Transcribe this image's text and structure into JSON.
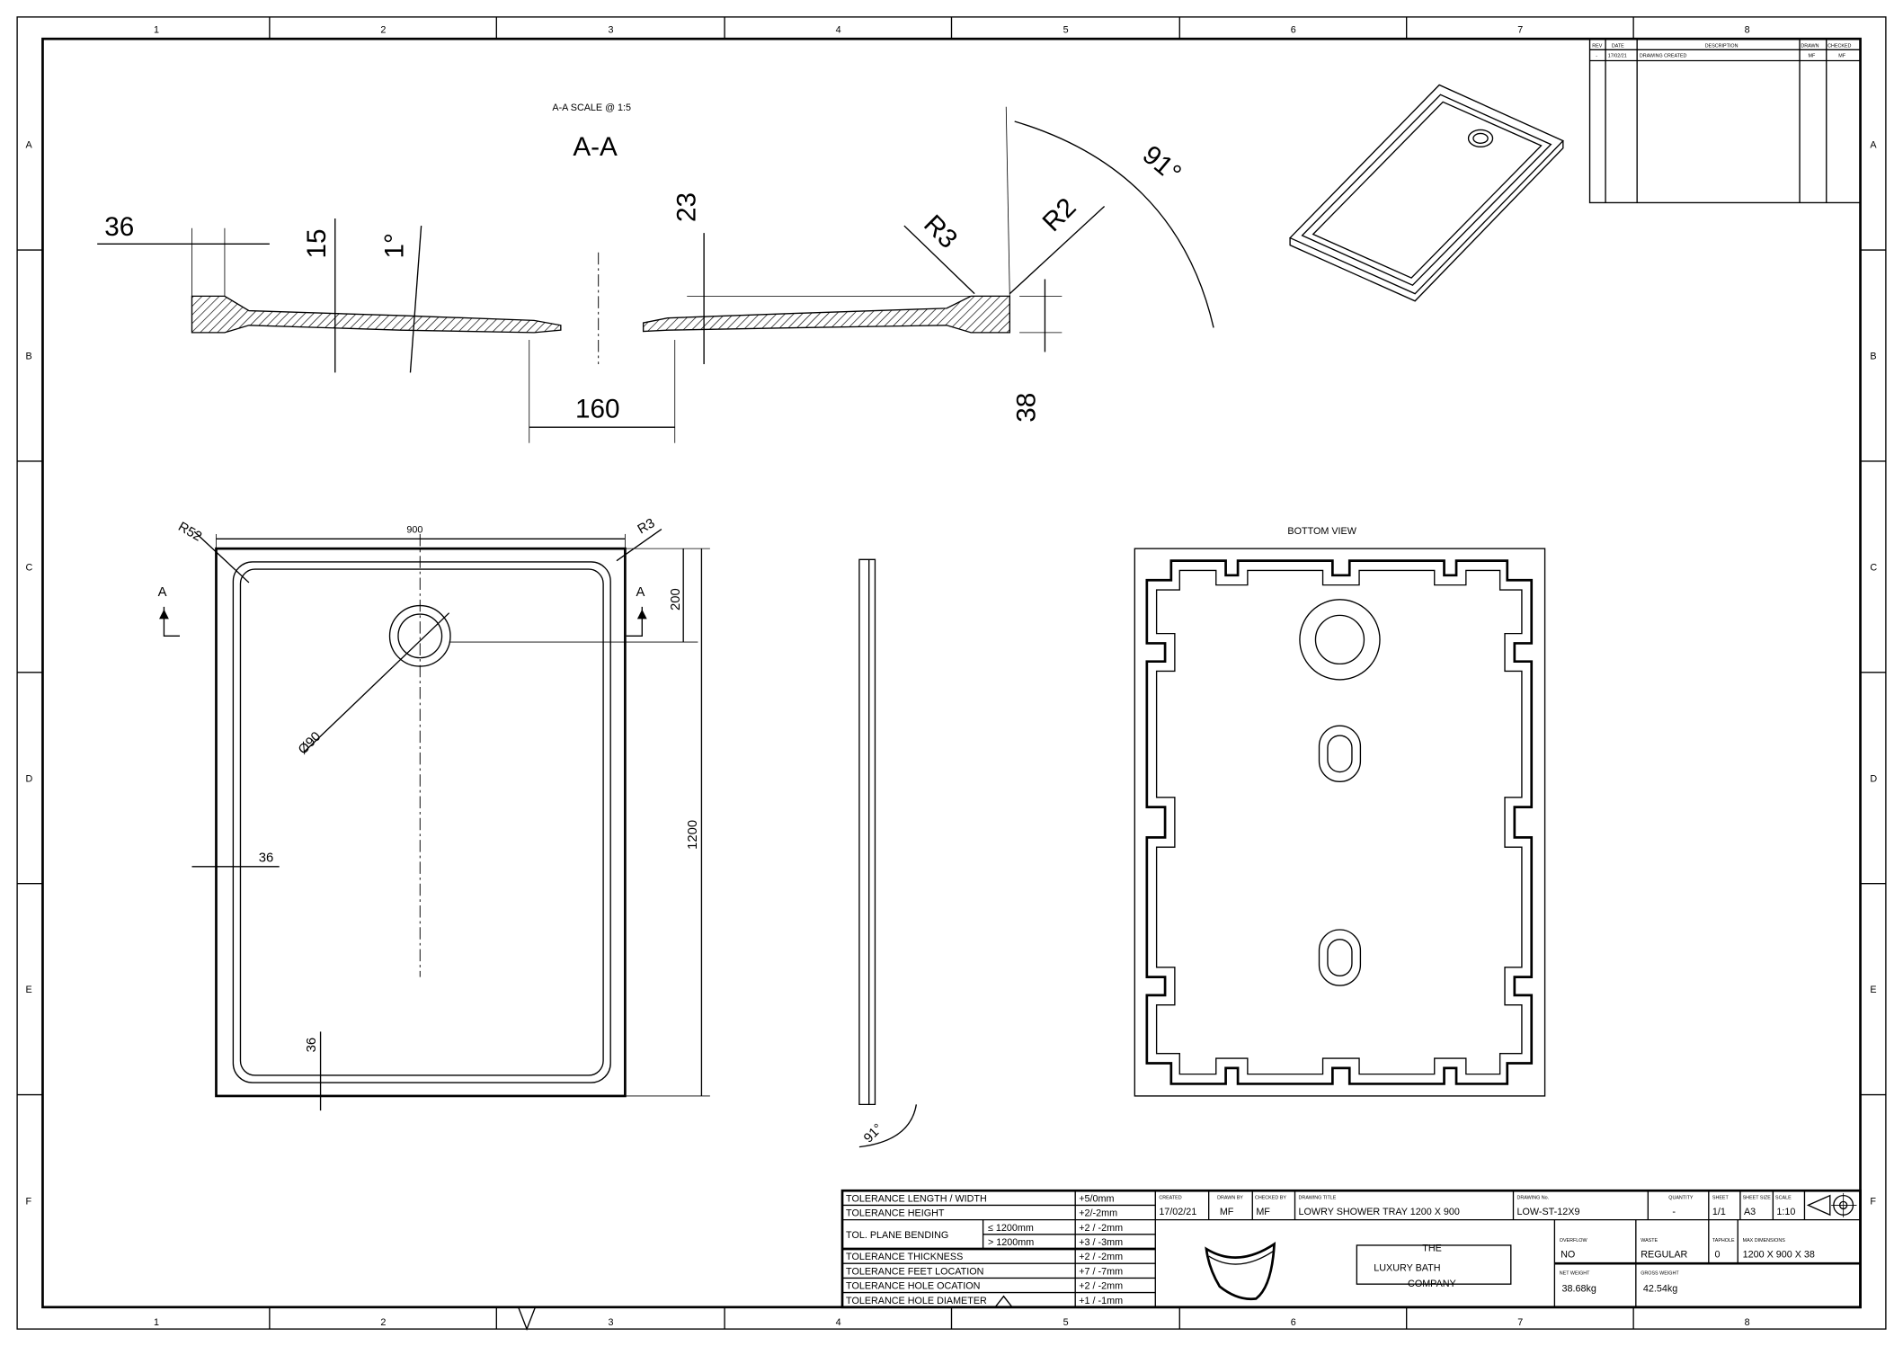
{
  "frame": {
    "columns": [
      "1",
      "2",
      "3",
      "4",
      "5",
      "6",
      "7",
      "8"
    ],
    "rows": [
      "A",
      "B",
      "C",
      "D",
      "E",
      "F"
    ]
  },
  "revision_table": {
    "headers": [
      "REV",
      "DATE",
      "DESCRIPTION",
      "DRAWN",
      "CHECKED"
    ],
    "rows": [
      [
        "-",
        "17/02/21",
        "DRAWING CREATED",
        "MF",
        "MF"
      ]
    ]
  },
  "section": {
    "scale_label": "A-A SCALE @ 1:5",
    "title": "A-A",
    "dims": {
      "d36": "36",
      "d15": "15",
      "angle1": "1°",
      "d23": "23",
      "r3": "R3",
      "r2": "R2",
      "angle91": "91°",
      "d160": "160",
      "d38": "38"
    }
  },
  "plan_view": {
    "width": "900",
    "r52": "R52",
    "r3": "R3",
    "d200": "200",
    "length": "1200",
    "waste_dia": "Ø90",
    "rim_side": "36",
    "rim_bottom": "36",
    "section_mark_left": "A",
    "section_mark_right": "A"
  },
  "side_view": {
    "angle": "91°"
  },
  "bottom_view": {
    "title": "BOTTOM VIEW"
  },
  "tolerances": [
    {
      "label": "TOLERANCE LENGTH / WIDTH",
      "value": "+5/0mm"
    },
    {
      "label": "TOLERANCE HEIGHT",
      "value": "+2/-2mm"
    },
    {
      "label": "TOL. PLANE BENDING",
      "sub": [
        {
          "cond": "≤ 1200mm",
          "value": "+2 / -2mm"
        },
        {
          "cond": ">  1200mm",
          "value": "+3 / -3mm"
        }
      ]
    },
    {
      "label": "TOLERANCE THICKNESS",
      "value": "+2 / -2mm"
    },
    {
      "label": "TOLERANCE FEET LOCATION",
      "value": "+7 / -7mm"
    },
    {
      "label": "TOLERANCE HOLE OCATION",
      "value": "+2 / -2mm"
    },
    {
      "label": "TOLERANCE HOLE DIAMETER",
      "value": "+1 / -1mm"
    }
  ],
  "title_block": {
    "created_label": "CREATED",
    "created": "17/02/21",
    "drawn_label": "DRAWN BY",
    "drawn": "MF",
    "checked_label": "CHECKED BY",
    "checked": "MF",
    "title_label": "DRAWING TITLE",
    "title": "LOWRY SHOWER TRAY 1200 X 900",
    "number_label": "DRAWING No.",
    "number": "LOW-ST-12X9",
    "quantity_label": "QUANTITY",
    "quantity": "-",
    "sheet_label": "SHEET",
    "sheet": "1/1",
    "size_label": "SHEET SIZE",
    "size": "A3",
    "scale_label": "SCALE",
    "scale": "1:10",
    "overflow_label": "OVERFLOW",
    "overflow": "NO",
    "waste_label": "WASTE",
    "waste": "REGULAR",
    "taphole_label": "TAPHOLE",
    "taphole": "0",
    "maxdim_label": "MAX DIMENSIONS",
    "maxdim": "1200 X 900 X 38",
    "net_label": "NET WEIGHT",
    "net": "38.68kg",
    "gross_label": "GROSS WEIGHT",
    "gross": "42.54kg",
    "logo_the": "THE",
    "logo_name": "LUXURY BATH",
    "logo_company": "COMPANY"
  }
}
